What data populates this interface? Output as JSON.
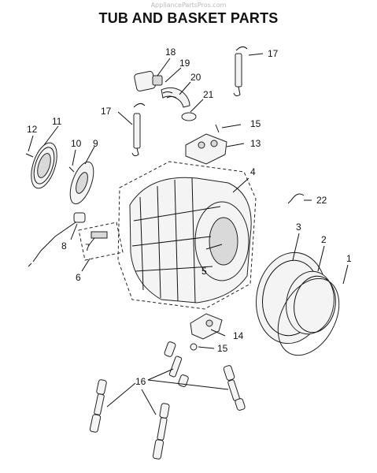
{
  "watermark": "AppliancePartsPros.com",
  "title": "TUB AND BASKET PARTS",
  "callouts": {
    "c1": "1",
    "c2": "2",
    "c3": "3",
    "c4": "4",
    "c5": "5",
    "c6": "6",
    "c7": "7",
    "c8": "8",
    "c9": "9",
    "c10": "10",
    "c11": "11",
    "c12": "12",
    "c13": "13",
    "c14": "14",
    "c15a": "15",
    "c15b": "15",
    "c16": "16",
    "c17a": "17",
    "c17b": "17",
    "c18": "18",
    "c19": "19",
    "c20": "20",
    "c21": "21",
    "c22": "22"
  }
}
